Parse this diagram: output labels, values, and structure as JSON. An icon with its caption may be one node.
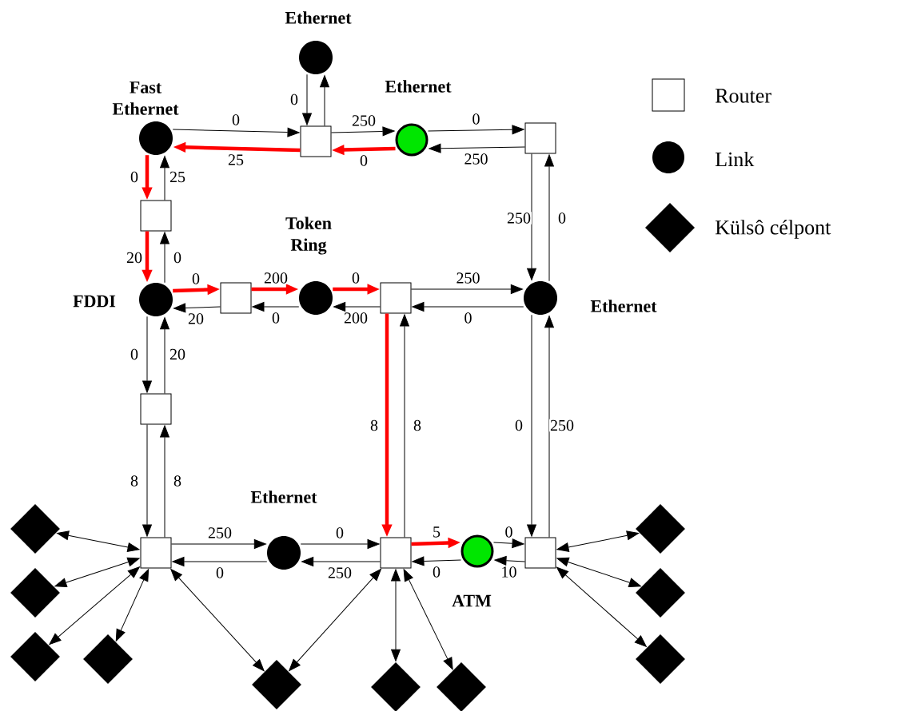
{
  "diagram": {
    "nodes": [
      {
        "text": [],
        "shape": "circle",
        "beside": [
          "Ethernet"
        ]
      },
      {
        "text": [],
        "shape": "circle",
        "beside": [
          "Fast Ethernet"
        ]
      },
      {
        "text": [],
        "shape": "box"
      },
      {
        "text": [],
        "shape": "circle",
        "beside": [
          "Ethernet"
        ]
      },
      {
        "text": [],
        "shape": "box"
      },
      {
        "text": [],
        "shape": "box"
      },
      {
        "text": [],
        "shape": "circle",
        "beside": [
          "FDDI"
        ]
      },
      {
        "text": [],
        "shape": "box"
      },
      {
        "text": [],
        "shape": "circle",
        "beside": [
          "Token Ring"
        ]
      },
      {
        "text": [],
        "shape": "box"
      },
      {
        "text": [],
        "shape": "circle",
        "beside": [
          "Ethernet"
        ]
      },
      {
        "text": [],
        "shape": "box"
      },
      {
        "text": [],
        "shape": "box"
      },
      {
        "text": [],
        "shape": "circle",
        "beside": [
          "Ethernet"
        ]
      },
      {
        "text": [],
        "shape": "box"
      },
      {
        "text": [],
        "shape": "circle",
        "beside": [
          "ATM"
        ]
      },
      {
        "text": [],
        "shape": "box"
      },
      {
        "text": [],
        "shape": "diamond"
      },
      {
        "text": [],
        "shape": "diamond"
      },
      {
        "text": [],
        "shape": "diamond"
      },
      {
        "text": [],
        "shape": "diamond"
      },
      {
        "text": [],
        "shape": "diamond"
      },
      {
        "text": [],
        "shape": "diamond"
      },
      {
        "text": [],
        "shape": "diamond"
      },
      {
        "text": [],
        "shape": "diamond"
      },
      {
        "text": [],
        "shape": "diamond"
      },
      {
        "text": [],
        "shape": "diamond"
      }
    ],
    "edges": [
      {
        "from": 0,
        "to": 2,
        "arrow": "to",
        "label": "0"
      },
      {
        "from": 2,
        "to": 0,
        "arrow": "to"
      },
      {
        "from": 1,
        "to": 2,
        "arrow": "to",
        "label": "0"
      },
      {
        "from": 2,
        "to": 1,
        "arrow": "to",
        "label": "25",
        "style": "thick",
        "color": "#ff0000"
      },
      {
        "from": 2,
        "to": 3,
        "arrow": "to",
        "label": "250"
      },
      {
        "from": 3,
        "to": 2,
        "arrow": "to",
        "label": "0",
        "style": "thick",
        "color": "#ff0000"
      },
      {
        "from": 3,
        "to": 4,
        "arrow": "to",
        "label": "0"
      },
      {
        "from": 4,
        "to": 3,
        "arrow": "to",
        "label": "250"
      },
      {
        "from": 1,
        "to": 5,
        "arrow": "to",
        "label": "0",
        "style": "thick",
        "color": "#ff0000"
      },
      {
        "from": 5,
        "to": 1,
        "arrow": "to",
        "label": "25"
      },
      {
        "from": 5,
        "to": 6,
        "arrow": "to",
        "label": "20",
        "style": "thick",
        "color": "#ff0000"
      },
      {
        "from": 6,
        "to": 5,
        "arrow": "to",
        "label": "0"
      },
      {
        "from": 6,
        "to": 7,
        "arrow": "to",
        "label": "0",
        "style": "thick",
        "color": "#ff0000"
      },
      {
        "from": 7,
        "to": 6,
        "arrow": "to",
        "label": "20"
      },
      {
        "from": 7,
        "to": 8,
        "arrow": "to",
        "label": "200",
        "style": "thick",
        "color": "#ff0000"
      },
      {
        "from": 8,
        "to": 7,
        "arrow": "to",
        "label": "0"
      },
      {
        "from": 8,
        "to": 9,
        "arrow": "to",
        "label": "0",
        "style": "thick",
        "color": "#ff0000"
      },
      {
        "from": 9,
        "to": 8,
        "arrow": "to",
        "label": "200"
      },
      {
        "from": 9,
        "to": 10,
        "arrow": "to",
        "label": "250"
      },
      {
        "from": 10,
        "to": 9,
        "arrow": "to",
        "label": "0"
      },
      {
        "from": 4,
        "to": 10,
        "arrow": "to",
        "label": "250"
      },
      {
        "from": 10,
        "to": 4,
        "arrow": "to",
        "label": "0"
      },
      {
        "from": 6,
        "to": 11,
        "arrow": "to",
        "label": "0"
      },
      {
        "from": 11,
        "to": 6,
        "arrow": "to",
        "label": "20"
      },
      {
        "from": 11,
        "to": 12,
        "arrow": "to",
        "label": "8"
      },
      {
        "from": 12,
        "to": 11,
        "arrow": "to",
        "label": "8"
      },
      {
        "from": 9,
        "to": 14,
        "arrow": "to",
        "label": "8",
        "style": "thick",
        "color": "#ff0000"
      },
      {
        "from": 14,
        "to": 9,
        "arrow": "to",
        "label": "8"
      },
      {
        "from": 10,
        "to": 16,
        "arrow": "to",
        "label": "0"
      },
      {
        "from": 16,
        "to": 10,
        "arrow": "to",
        "label": "250"
      },
      {
        "from": 12,
        "to": 13,
        "arrow": "to",
        "label": "250"
      },
      {
        "from": 13,
        "to": 12,
        "arrow": "to",
        "label": "0"
      },
      {
        "from": 13,
        "to": 14,
        "arrow": "to",
        "label": "0"
      },
      {
        "from": 14,
        "to": 13,
        "arrow": "to",
        "label": "250"
      },
      {
        "from": 14,
        "to": 15,
        "arrow": "to",
        "label": "5",
        "style": "thick",
        "color": "#ff0000"
      },
      {
        "from": 15,
        "to": 14,
        "arrow": "to",
        "label": "0"
      },
      {
        "from": 15,
        "to": 16,
        "arrow": "to",
        "label": "0"
      },
      {
        "from": 16,
        "to": 15,
        "arrow": "to",
        "label": "10"
      },
      {
        "from": 17,
        "to": 12,
        "arrow": "both"
      },
      {
        "from": 18,
        "to": 12,
        "arrow": "both"
      },
      {
        "from": 19,
        "to": 12,
        "arrow": "both"
      },
      {
        "from": 20,
        "to": 12,
        "arrow": "both"
      },
      {
        "from": 21,
        "to": 12,
        "arrow": "both"
      },
      {
        "from": 21,
        "to": 14,
        "arrow": "both"
      },
      {
        "from": 22,
        "to": 14,
        "arrow": "both"
      },
      {
        "from": 23,
        "to": 14,
        "arrow": "both"
      },
      {
        "from": 24,
        "to": 16,
        "arrow": "both"
      },
      {
        "from": 25,
        "to": 16,
        "arrow": "both"
      },
      {
        "from": 26,
        "to": 16,
        "arrow": "both"
      }
    ],
    "legend": [
      {
        "text": "Router"
      },
      {
        "text": "Link"
      },
      {
        "text": "Külsô célpont"
      }
    ]
  }
}
